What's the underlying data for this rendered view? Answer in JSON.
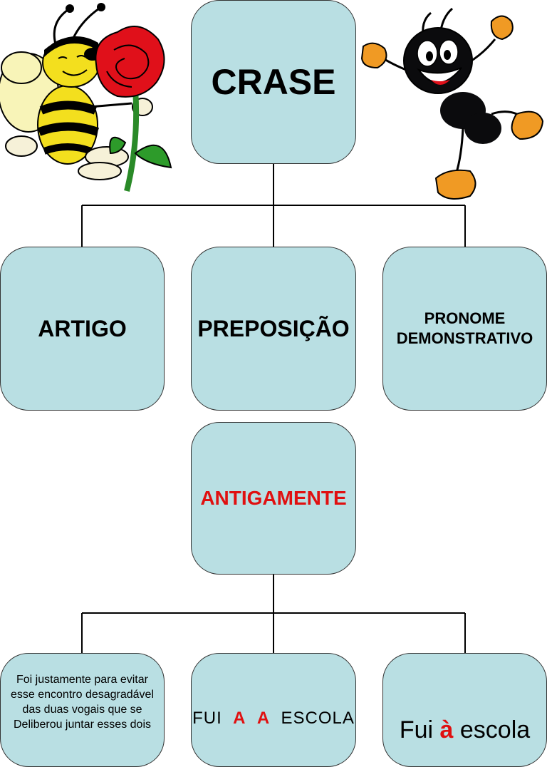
{
  "top": {
    "title": "CRASE"
  },
  "row1": {
    "artigo": "ARTIGO",
    "preposicao": "PREPOSIÇÃO",
    "pronome_line1": "PRONOME",
    "pronome_line2": "DEMONSTRATIVO"
  },
  "middle": {
    "title": "ANTIGAMENTE"
  },
  "row2": {
    "left_lines": [
      "Foi justamente para evitar",
      "esse encontro desagradável",
      "das duas vogais que se",
      "Deliberou  juntar esses dois"
    ],
    "center": {
      "word1": "FUI",
      "a1": "A",
      "a2": "A",
      "word2": "ESCOLA"
    },
    "right": {
      "word1": "Fui",
      "accent": "à",
      "word2": "escola"
    }
  },
  "colors": {
    "box_fill": "#b9dfe3",
    "accent_red": "#e01010"
  },
  "icons": [
    "bee-with-rose-illustration",
    "ant-cartoon-illustration"
  ]
}
